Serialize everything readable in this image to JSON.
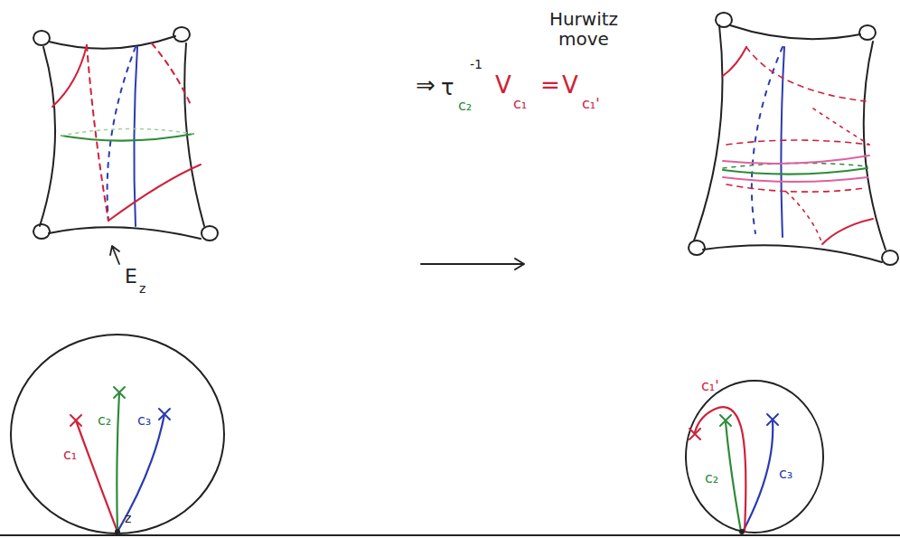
{
  "diagram": {
    "labels": [
      "Hurwitz move",
      "⇒",
      "τ",
      "c₂",
      "-1",
      "V",
      "c₁",
      "=",
      "V",
      "c₁'",
      "E",
      "z",
      "c₁",
      "c₂",
      "c₃",
      "z",
      "c₁'",
      "c₂",
      "c₃"
    ]
  }
}
